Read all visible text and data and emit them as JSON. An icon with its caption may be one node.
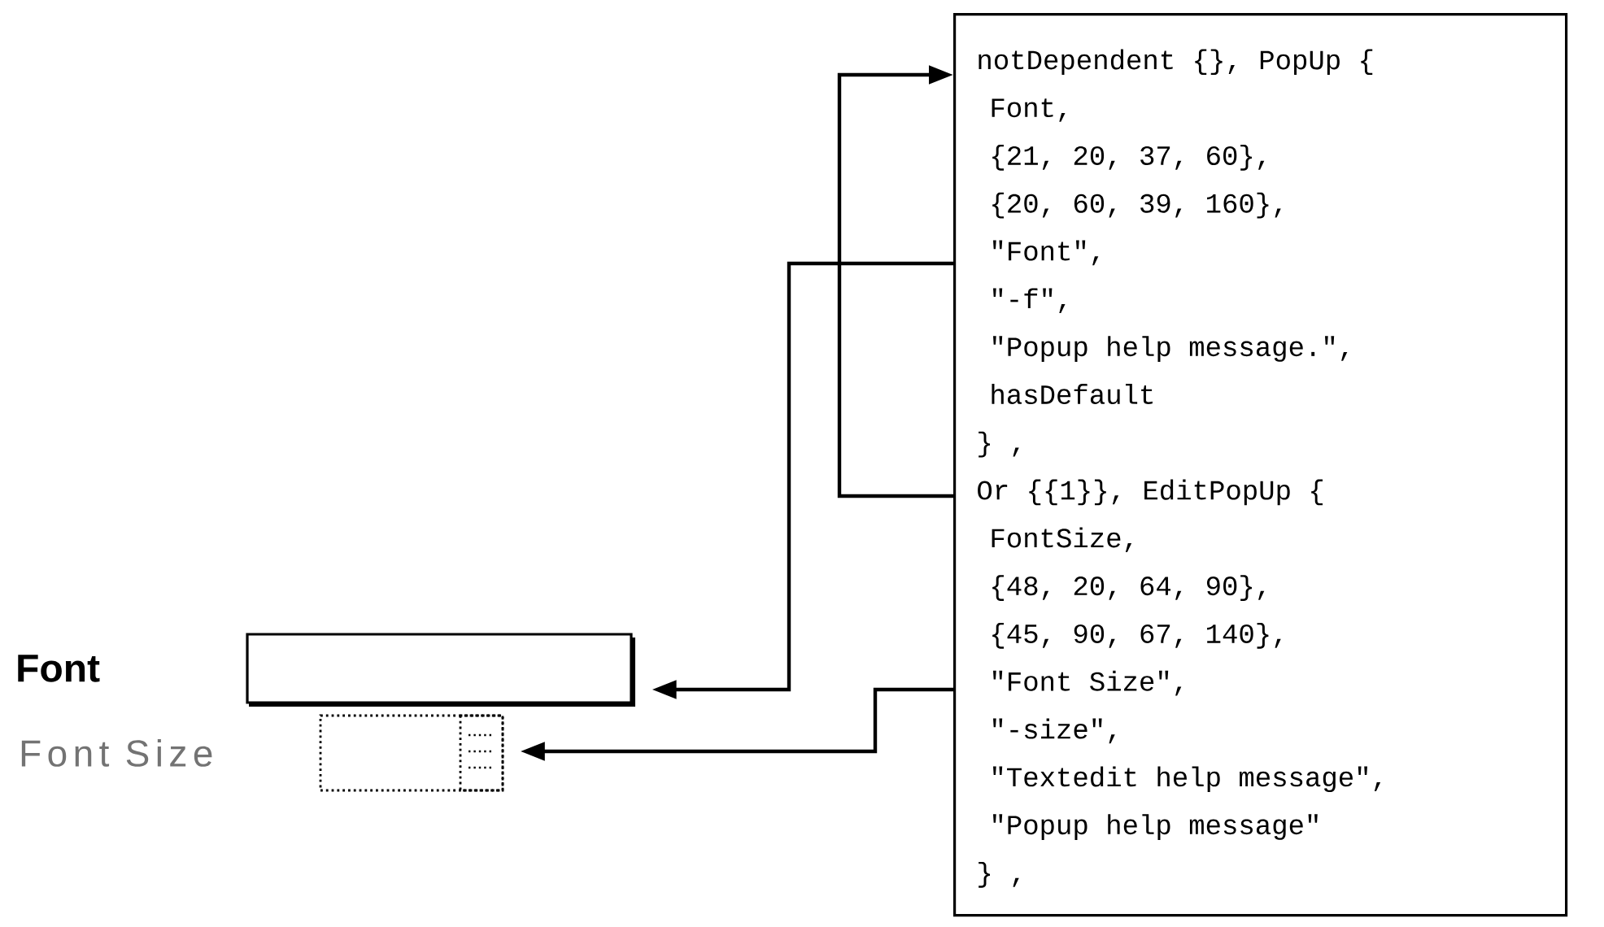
{
  "diagram": {
    "nodes": [
      {
        "text": [],
        "shape": "box"
      },
      {
        "text": [
          "notDependent {}, PopUp {",
          "Font,",
          "{21, 20, 37, 60},",
          "{20, 60, 39, 160},",
          "\"Font\",",
          "\"-f\",",
          "\"Popup help message.\",",
          "hasDefault",
          "} ,"
        ],
        "in": 0
      },
      {
        "text": [
          "Or {{1}}, EditPopUp {",
          "FontSize,",
          "{48, 20, 64, 90},",
          "{45, 90, 67, 140},",
          "\"Font Size\",",
          "\"-size\",",
          "\"Textedit help message\",",
          "\"Popup help message\"",
          "} ,"
        ],
        "in": 0
      },
      {
        "text": [
          "Font"
        ]
      },
      {
        "text": [
          "Font Size"
        ]
      }
    ],
    "edges": [
      {
        "from": 2,
        "to": 1,
        "arrow": "to"
      },
      {
        "from": 1,
        "to": 3,
        "arrow": "to"
      },
      {
        "from": 2,
        "to": 4,
        "arrow": "to"
      }
    ]
  }
}
